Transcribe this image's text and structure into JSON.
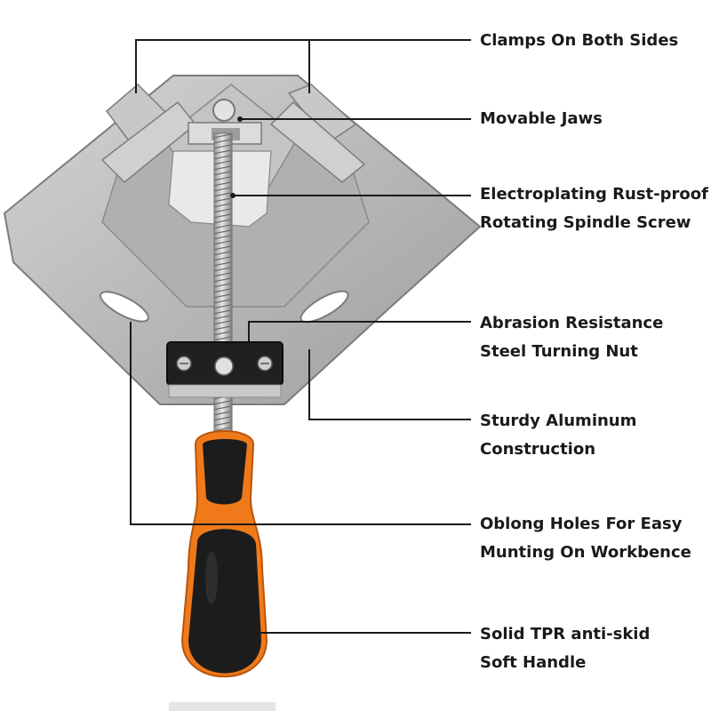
{
  "image_description": "Product photo of an aluminum 90-degree corner clamp with an orange and black handle, with leader lines pointing to feature callouts",
  "colors": {
    "aluminum": "#b9b9b9",
    "aluminum_dark": "#8f8f8f",
    "handle_orange": "#f07a1a",
    "handle_black": "#1c1c1c",
    "text": "#1a1a1a"
  },
  "callouts": [
    {
      "lines": [
        "Clamps On Both Sides"
      ]
    },
    {
      "lines": [
        "Movable Jaws"
      ]
    },
    {
      "lines": [
        "Electroplating Rust-proof",
        "Rotating Spindle Screw"
      ]
    },
    {
      "lines": [
        "Abrasion Resistance",
        "Steel Turning Nut"
      ]
    },
    {
      "lines": [
        "Sturdy Aluminum",
        "Construction"
      ]
    },
    {
      "lines": [
        "Oblong Holes For Easy",
        "Munting On Workbence"
      ]
    },
    {
      "lines": [
        "Solid TPR anti-skid",
        "Soft Handle"
      ]
    }
  ]
}
